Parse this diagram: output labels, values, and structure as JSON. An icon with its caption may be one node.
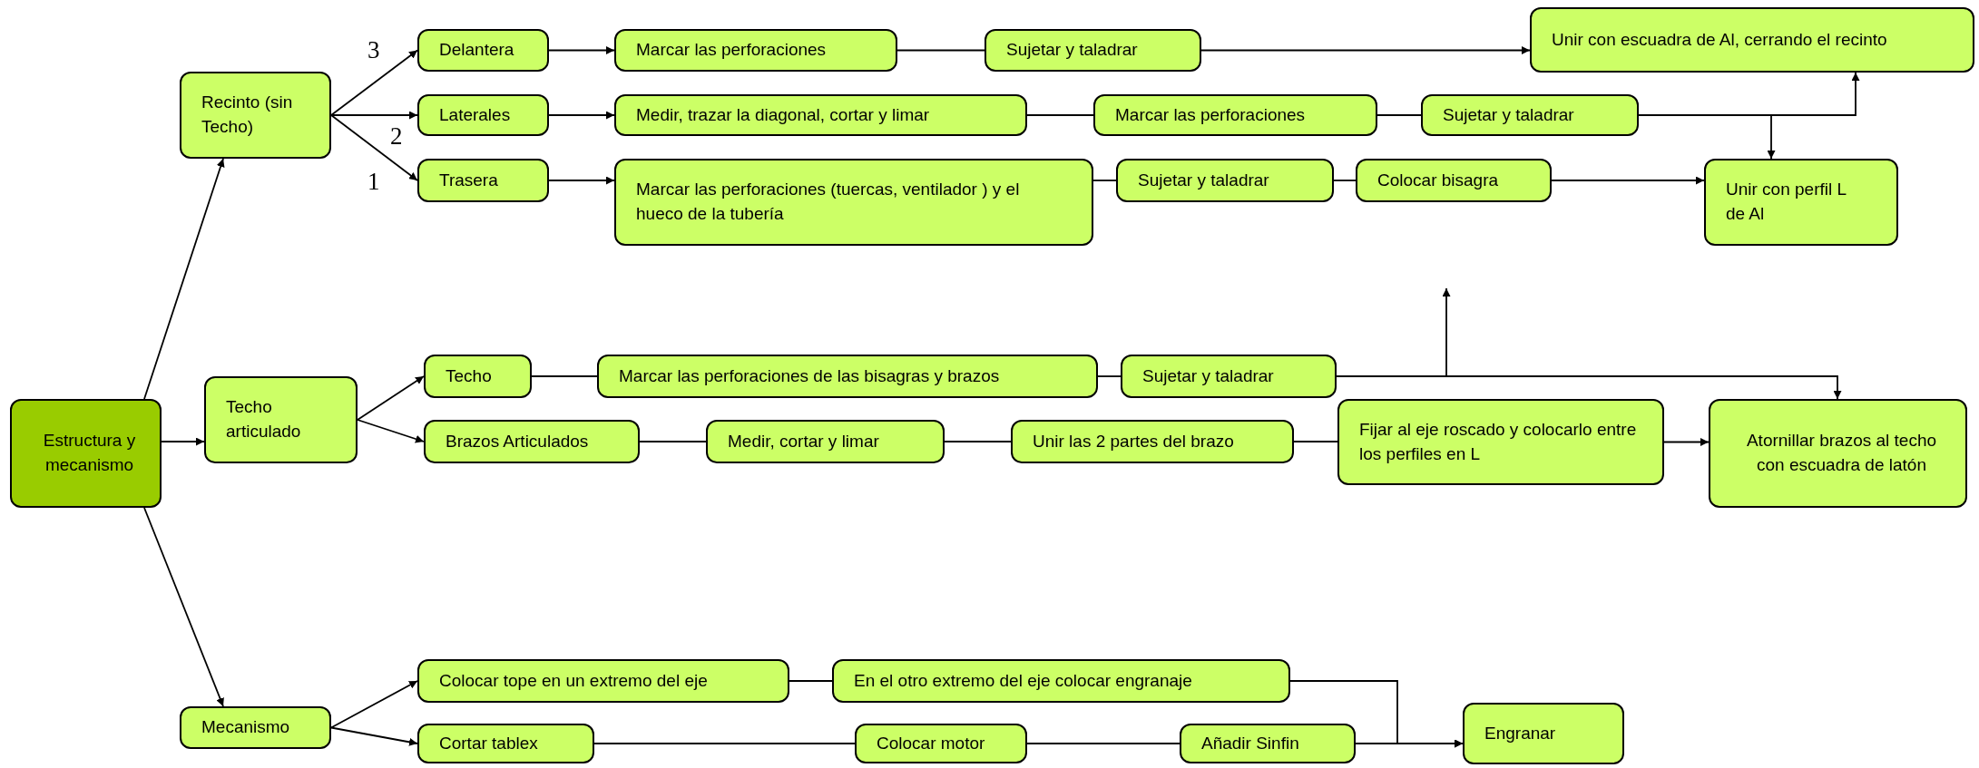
{
  "diagram": {
    "nodes": [
      {
        "text": [
          "Estructura y mecanismo"
        ]
      },
      {
        "text": [
          "Recinto (sin Techo)"
        ]
      },
      {
        "text": [
          "Techo articulado"
        ]
      },
      {
        "text": [
          "Mecanismo"
        ]
      },
      {
        "text": [
          "Delantera"
        ]
      },
      {
        "text": [
          "Laterales"
        ]
      },
      {
        "text": [
          "Trasera"
        ]
      },
      {
        "text": [
          "Marcar las perforaciones"
        ]
      },
      {
        "text": [
          "Sujetar y taladrar"
        ]
      },
      {
        "text": [
          "Unir con escuadra de Al, cerrando el recinto"
        ]
      },
      {
        "text": [
          "Medir, trazar la diagonal, cortar y limar"
        ]
      },
      {
        "text": [
          "Marcar las perforaciones"
        ]
      },
      {
        "text": [
          "Sujetar y taladrar"
        ]
      },
      {
        "text": [
          "Marcar las perforaciones (tuercas, ventilador ) y el hueco de la tubería"
        ]
      },
      {
        "text": [
          "Sujetar y taladrar"
        ]
      },
      {
        "text": [
          "Colocar bisagra"
        ]
      },
      {
        "text": [
          "Unir con perfil L de Al"
        ]
      },
      {
        "text": [
          "Techo"
        ]
      },
      {
        "text": [
          "Marcar las perforaciones de las bisagras y brazos"
        ]
      },
      {
        "text": [
          "Sujetar y taladrar"
        ]
      },
      {
        "text": [
          "Brazos Articulados"
        ]
      },
      {
        "text": [
          "Medir, cortar y limar"
        ]
      },
      {
        "text": [
          "Unir las 2 partes del brazo"
        ]
      },
      {
        "text": [
          "Fijar al eje roscado y colocarlo entre los perfiles en L"
        ]
      },
      {
        "text": [
          "Atornillar brazos al techo con escuadra de latón"
        ]
      },
      {
        "text": [
          "Colocar tope en un extremo del eje"
        ]
      },
      {
        "text": [
          "En el otro extremo del eje colocar engranaje"
        ]
      },
      {
        "text": [
          "Cortar tablex"
        ]
      },
      {
        "text": [
          "Colocar motor"
        ]
      },
      {
        "text": [
          "Añadir Sinfin"
        ]
      },
      {
        "text": [
          "Engranar"
        ]
      }
    ],
    "edges": [
      {
        "from": 0,
        "to": 1,
        "arrow": "to"
      },
      {
        "from": 0,
        "to": 2,
        "arrow": "to"
      },
      {
        "from": 0,
        "to": 3,
        "arrow": "to"
      },
      {
        "from": 1,
        "to": 4,
        "arrow": "to"
      },
      {
        "from": 1,
        "to": 5,
        "arrow": "to"
      },
      {
        "from": 1,
        "to": 6,
        "arrow": "to"
      },
      {
        "from": 4,
        "to": 7,
        "arrow": "to"
      },
      {
        "from": 7,
        "to": 8,
        "arrow": "none"
      },
      {
        "from": 8,
        "to": 9,
        "arrow": "to"
      },
      {
        "from": 5,
        "to": 10,
        "arrow": "to"
      },
      {
        "from": 10,
        "to": 11,
        "arrow": "none"
      },
      {
        "from": 11,
        "to": 12,
        "arrow": "none"
      },
      {
        "from": 12,
        "to": 9,
        "arrow": "to"
      },
      {
        "from": 12,
        "to": 16,
        "arrow": "to"
      },
      {
        "from": 6,
        "to": 13,
        "arrow": "to"
      },
      {
        "from": 13,
        "to": 14,
        "arrow": "none"
      },
      {
        "from": 14,
        "to": 15,
        "arrow": "none"
      },
      {
        "from": 15,
        "to": 16,
        "arrow": "to"
      },
      {
        "from": 2,
        "to": 17,
        "arrow": "to"
      },
      {
        "from": 2,
        "to": 20,
        "arrow": "to"
      },
      {
        "from": 17,
        "to": 18,
        "arrow": "none"
      },
      {
        "from": 18,
        "to": 19,
        "arrow": "none"
      },
      {
        "from": 19,
        "to": 24,
        "arrow": "to"
      },
      {
        "from": 19,
        "to": null,
        "arrow": "to"
      },
      {
        "from": 20,
        "to": 21,
        "arrow": "none"
      },
      {
        "from": 21,
        "to": 22,
        "arrow": "none"
      },
      {
        "from": 22,
        "to": 23,
        "arrow": "none"
      },
      {
        "from": 23,
        "to": 24,
        "arrow": "to"
      },
      {
        "from": 3,
        "to": 25,
        "arrow": "to"
      },
      {
        "from": 3,
        "to": 27,
        "arrow": "to"
      },
      {
        "from": 25,
        "to": 26,
        "arrow": "none"
      },
      {
        "from": 26,
        "to": 30,
        "arrow": "to"
      },
      {
        "from": 27,
        "to": 28,
        "arrow": "none"
      },
      {
        "from": 28,
        "to": 29,
        "arrow": "none"
      },
      {
        "from": 29,
        "to": 30,
        "arrow": "to"
      }
    ],
    "labels": [
      "3",
      "2",
      "1"
    ]
  }
}
